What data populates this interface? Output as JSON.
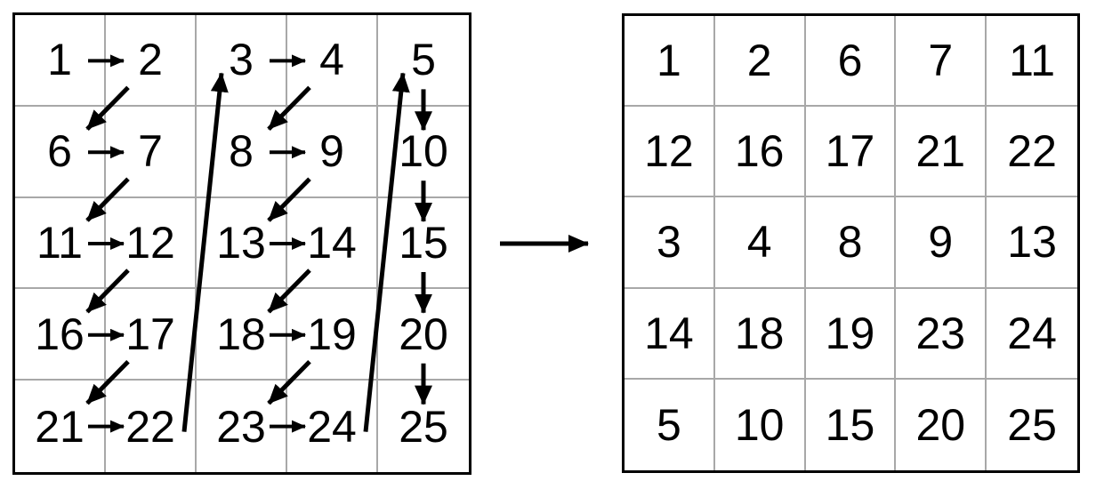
{
  "diagram": {
    "left_grid": {
      "rows": [
        [
          1,
          2,
          3,
          4,
          5
        ],
        [
          6,
          7,
          8,
          9,
          10
        ],
        [
          11,
          12,
          13,
          14,
          15
        ],
        [
          16,
          17,
          18,
          19,
          20
        ],
        [
          21,
          22,
          23,
          24,
          25
        ]
      ]
    },
    "right_grid": {
      "rows": [
        [
          1,
          2,
          6,
          7,
          11
        ],
        [
          12,
          16,
          17,
          21,
          22
        ],
        [
          3,
          4,
          8,
          9,
          13
        ],
        [
          14,
          18,
          19,
          23,
          24
        ],
        [
          5,
          10,
          15,
          20,
          25
        ]
      ]
    },
    "arrows": [
      {
        "from": 1,
        "to": 2,
        "type": "right"
      },
      {
        "from": 2,
        "to": 6,
        "type": "down-left"
      },
      {
        "from": 6,
        "to": 7,
        "type": "right"
      },
      {
        "from": 7,
        "to": 11,
        "type": "down-left"
      },
      {
        "from": 11,
        "to": 12,
        "type": "right"
      },
      {
        "from": 12,
        "to": 16,
        "type": "down-left"
      },
      {
        "from": 16,
        "to": 17,
        "type": "right"
      },
      {
        "from": 17,
        "to": 21,
        "type": "down-left"
      },
      {
        "from": 21,
        "to": 22,
        "type": "right"
      },
      {
        "from": 22,
        "to": 3,
        "type": "up-long"
      },
      {
        "from": 3,
        "to": 4,
        "type": "right"
      },
      {
        "from": 4,
        "to": 8,
        "type": "down-left"
      },
      {
        "from": 8,
        "to": 9,
        "type": "right"
      },
      {
        "from": 9,
        "to": 13,
        "type": "down-left"
      },
      {
        "from": 13,
        "to": 14,
        "type": "right"
      },
      {
        "from": 14,
        "to": 18,
        "type": "down-left"
      },
      {
        "from": 18,
        "to": 19,
        "type": "right"
      },
      {
        "from": 19,
        "to": 23,
        "type": "down-left"
      },
      {
        "from": 23,
        "to": 24,
        "type": "right"
      },
      {
        "from": 24,
        "to": 5,
        "type": "up-long"
      },
      {
        "from": 5,
        "to": 10,
        "type": "down"
      },
      {
        "from": 10,
        "to": 15,
        "type": "down"
      },
      {
        "from": 15,
        "to": 20,
        "type": "down"
      },
      {
        "from": 20,
        "to": 25,
        "type": "down"
      }
    ],
    "colors": {
      "arrow": "#000000",
      "grid_line": "#a8a8a8",
      "outer_border": "#000000",
      "text": "#000000",
      "background": "#ffffff"
    }
  }
}
